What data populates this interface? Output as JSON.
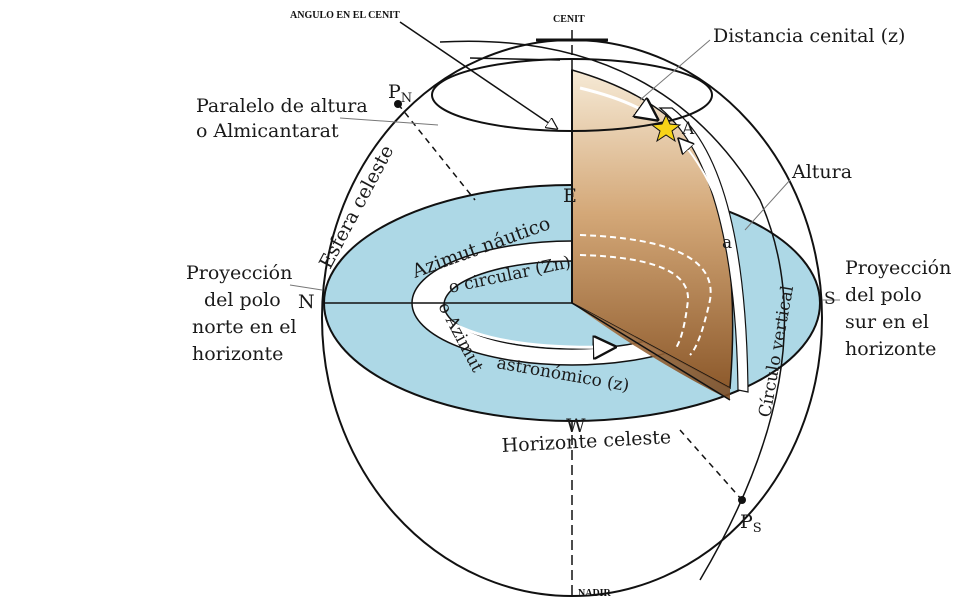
{
  "labels": {
    "angulo_cenit": "ANGULO EN EL CENIT",
    "cenit": "CENIT",
    "nadir": "NADIR",
    "distancia_cenital": "Distancia cenital (z)",
    "paralelo_line1": "Paralelo de altura",
    "paralelo_line2": "o Almicantarat",
    "esfera_celeste": "Esfera celeste",
    "altura": "Altura",
    "proyeccion_norte": [
      "Proyección",
      "del polo",
      "norte en el",
      "horizonte"
    ],
    "proyeccion_sur": [
      "Proyección",
      "del polo",
      "sur en el",
      "horizonte"
    ],
    "azimut_nautico": "Azimut náutico",
    "circular_zn": "o circular (Zn)",
    "o_azimut": "o Azimut",
    "azimut_astronomico": "astronómico (z)",
    "circulo_vertical": "Círculo vertical",
    "horizonte_celeste": "Horizonte celeste",
    "pn": "P",
    "pn_sub": "N",
    "ps": "P",
    "ps_sub": "S",
    "point_a": "A",
    "point_a_small": "a",
    "n": "N",
    "s": "S",
    "e": "E",
    "w": "W"
  },
  "colors": {
    "horizon_fill": "#add8e6",
    "wedge_top": "#f4e4cc",
    "wedge_mid": "#c89868",
    "wedge_bottom": "#8b5a2b",
    "star": "#f7d417"
  }
}
